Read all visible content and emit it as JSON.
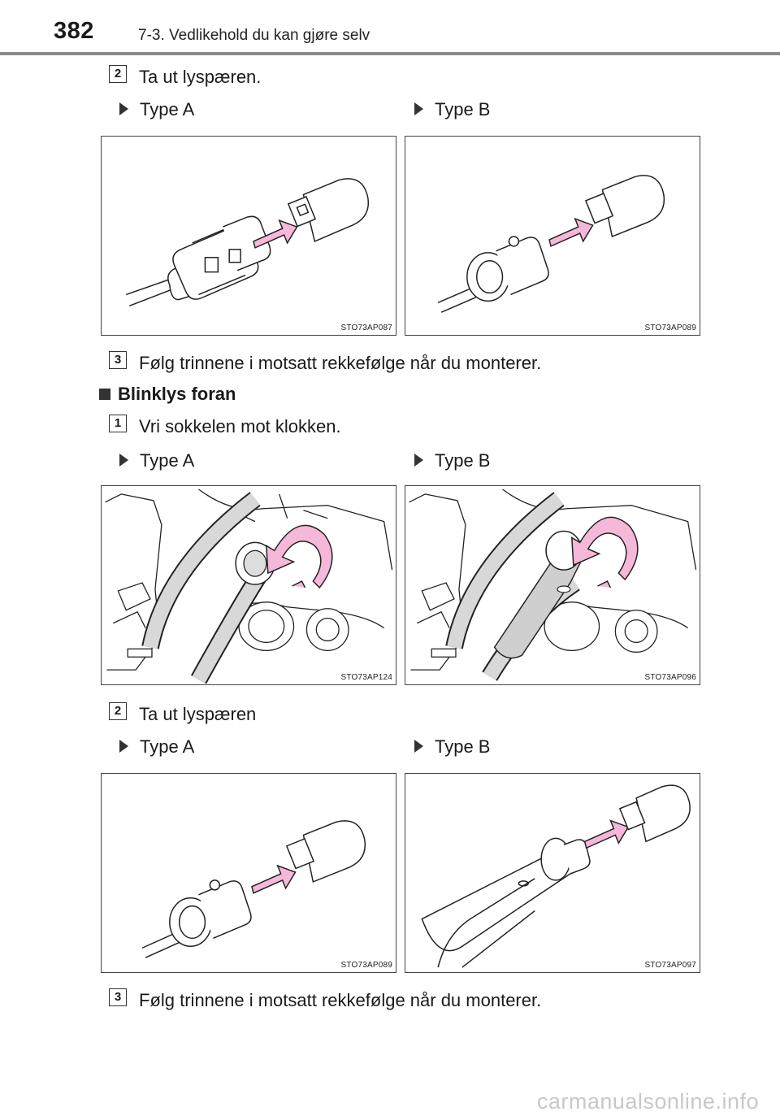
{
  "header": {
    "page_number": "382",
    "section_title": "7-3. Vedlikehold du kan gjøre selv"
  },
  "part1": {
    "step2": {
      "number": "2",
      "text": "Ta ut lyspæren."
    },
    "type_a": "Type A",
    "type_b": "Type B",
    "figure_a_code": "STO73AP087",
    "figure_b_code": "STO73AP089",
    "step3": {
      "number": "3",
      "text": "Følg trinnene i motsatt rekkefølge når du monterer."
    }
  },
  "part2": {
    "heading": "Blinklys foran",
    "step1": {
      "number": "1",
      "text": "Vri sokkelen mot klokken."
    },
    "type_a": "Type A",
    "type_b": "Type B",
    "figure_a_code": "STO73AP124",
    "figure_b_code": "STO73AP096",
    "step2": {
      "number": "2",
      "text": "Ta ut lyspæren"
    },
    "type_a2": "Type A",
    "type_b2": "Type B",
    "figure_c_code": "STO73AP089",
    "figure_d_code": "STO73AP097",
    "step3": {
      "number": "3",
      "text": "Følg trinnene i motsatt rekkefølge når du monterer."
    }
  },
  "footer": {
    "watermark": "carmanualsonline.info"
  },
  "colors": {
    "arrow_fill": "#f5b8d8",
    "line": "#222222",
    "rule": "#8a8a8a"
  }
}
